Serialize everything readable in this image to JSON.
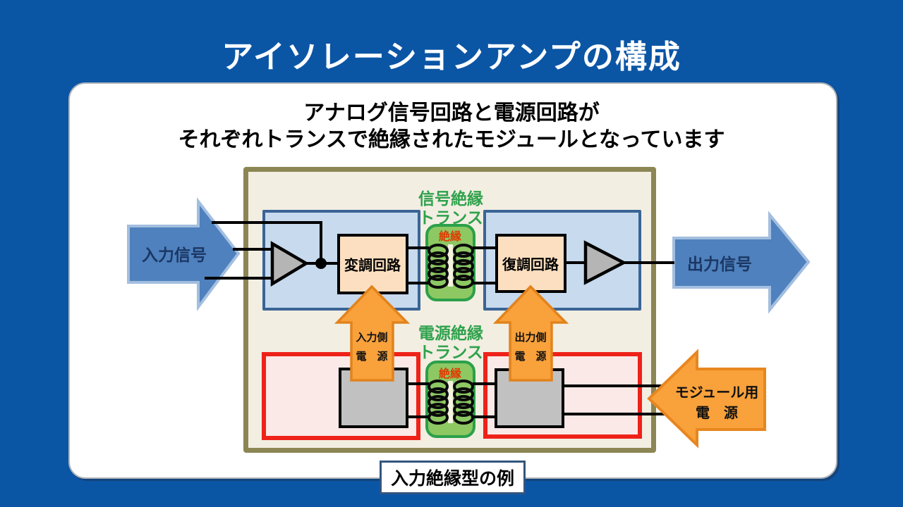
{
  "slide": {
    "title": "アイソレーションアンプの構成",
    "subtitle": {
      "line1": "アナログ信号回路と電源回路が",
      "line2": "それぞれトランスで絶縁されたモジュールとなっています"
    },
    "caption": "入力絶縁型の例"
  },
  "diagram": {
    "input_signal_arrow": "入力信号",
    "output_signal_arrow": "出力信号",
    "modulator_box": "変調回路",
    "demodulator_box": "復調回路",
    "signal_transformer": {
      "line1": "信号絶縁",
      "line2": "トランス",
      "core_label": "絶縁"
    },
    "power_transformer": {
      "line1": "電源絶縁",
      "line2": "トランス",
      "core_label": "絶縁"
    },
    "input_power_arrow": {
      "line1": "入力側",
      "line2": "電　源"
    },
    "output_power_arrow": {
      "line1": "出力側",
      "line2": "電　源"
    },
    "module_power_arrow": {
      "line1": "モジュール用",
      "line2": "電　源"
    }
  },
  "colors": {
    "background": "#0B55A5",
    "title_text": "#FFFFFF",
    "outer_frame": "#8C8654",
    "signal_block_fill": "#C7DAEE",
    "signal_block_border": "#3A6496",
    "power_block_border": "#EE2219",
    "transformer_fill": "#8DC863",
    "transformer_border": "#2BA04A",
    "transformer_label_text": "#2FA24C",
    "isolation_label_text": "#E03A00",
    "circuit_box_fill": "#FCDFC0",
    "power_arrow_fill": "#F9A13B",
    "signal_arrow_fill": "#4E81BD"
  }
}
